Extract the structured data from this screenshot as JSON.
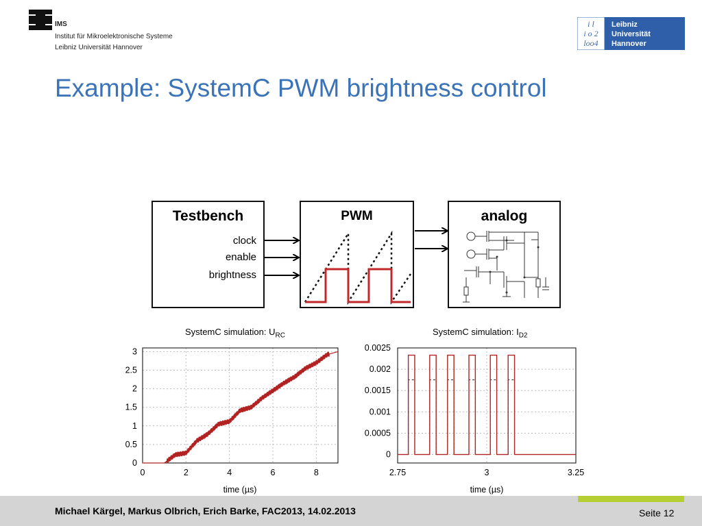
{
  "header": {
    "institute_lines": [
      "IMS",
      "Institut für Mikroelektronische Systeme",
      "Leibniz Universität Hannover"
    ],
    "university_logo_lines": [
      "Leibniz",
      "Universität",
      "Hannover"
    ]
  },
  "title": "Example: SystemC PWM brightness control",
  "diagram": {
    "testbench": {
      "title": "Testbench",
      "signals": [
        "clock",
        "enable",
        "brightness"
      ]
    },
    "pwm": {
      "title": "PWM"
    },
    "analog": {
      "title": "analog"
    }
  },
  "chart_data": [
    {
      "type": "line",
      "title": "SystemC simulation: U",
      "title_subscript": "RC",
      "xlabel": "time (µs)",
      "xlim": [
        0,
        9
      ],
      "ylim": [
        0,
        3.1
      ],
      "x_ticks": [
        "0",
        "2",
        "4",
        "6",
        "8"
      ],
      "y_ticks": [
        "0",
        "0.5",
        "1",
        "1.5",
        "2",
        "2.5",
        "3"
      ],
      "grid": true,
      "series": [
        {
          "color": "#b22222",
          "x": [
            0,
            1,
            1.5,
            2,
            2.5,
            3,
            3.5,
            4,
            4.5,
            5,
            5.5,
            6,
            6.5,
            7,
            7.5,
            8,
            8.5,
            9
          ],
          "y": [
            0,
            0,
            0.22,
            0.27,
            0.6,
            0.78,
            1.05,
            1.12,
            1.42,
            1.5,
            1.75,
            1.95,
            2.15,
            2.32,
            2.55,
            2.7,
            2.92,
            3.0
          ]
        }
      ]
    },
    {
      "type": "line",
      "title": "SystemC simulation: I",
      "title_subscript": "D2",
      "xlabel": "time (µs)",
      "xlim": [
        2.75,
        3.25
      ],
      "ylim": [
        -0.0002,
        0.0025
      ],
      "x_ticks": [
        "2.75",
        "3",
        "3.25"
      ],
      "y_ticks": [
        "0",
        "0.0005",
        "0.001",
        "0.0015",
        "0.002",
        "0.0025"
      ],
      "grid": true,
      "pulse_high": 0.00233,
      "pulse_dashed_level": 0.00175,
      "pulse_starts": [
        2.78,
        2.84,
        2.89,
        2.95,
        3.01,
        3.06
      ],
      "pulse_width": 0.018,
      "color": "#b22222"
    }
  ],
  "footer": {
    "authors": "Michael Kärgel, Markus Olbrich, Erich Barke, FAC2013, 14.02.2013",
    "page": "Seite 12"
  }
}
